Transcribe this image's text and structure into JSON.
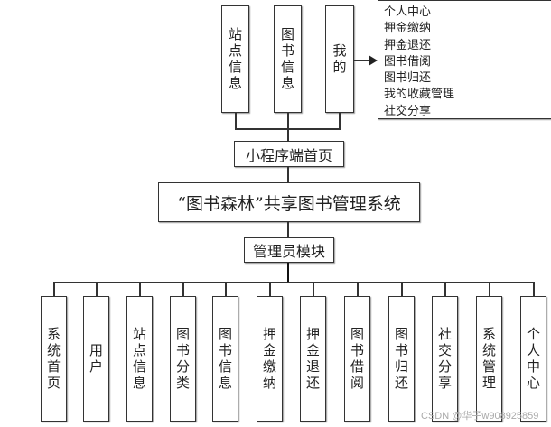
{
  "top_modules": [
    "站点信息",
    "图书信息",
    "我的"
  ],
  "my_features": [
    "个人中心",
    "押金缴纳",
    "押金退还",
    "图书借阅",
    "图书归还",
    "我的收藏管理",
    "社交分享"
  ],
  "miniapp_home": "小程序端首页",
  "system_title": "“图书森林”共享图书管理系统",
  "admin_module": "管理员模块",
  "admin_features": [
    "系统首页",
    "用户",
    "站点信息",
    "图书分类",
    "图书信息",
    "押金缴纳",
    "押金退还",
    "图书借阅",
    "图书归还",
    "社交分享",
    "系统管理",
    "个人中心"
  ],
  "watermark": "CSDN @华子w908925859"
}
